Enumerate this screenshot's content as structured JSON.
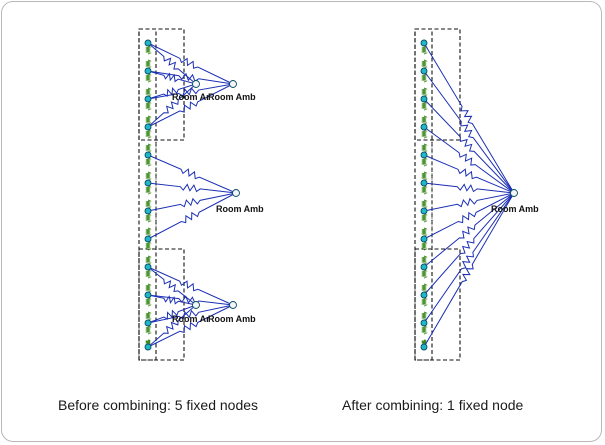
{
  "colors": {
    "wire": "#1b2fb5",
    "spring": "#3e8a1e",
    "node_fill": "#20b8c8",
    "node_stroke": "#0a4f66",
    "box_stroke": "#111111"
  },
  "left_diagram": {
    "caption": "Before combining: 5 fixed nodes",
    "labels": {
      "top_a": "Room Ar",
      "top_b": "Room Amb",
      "middle": "Room Amb",
      "bottom_a": "Room Ar",
      "bottom_b": "Room Amb"
    }
  },
  "right_diagram": {
    "caption": "After combining: 1 fixed node",
    "labels": {
      "ambient": "Room Amb"
    }
  }
}
